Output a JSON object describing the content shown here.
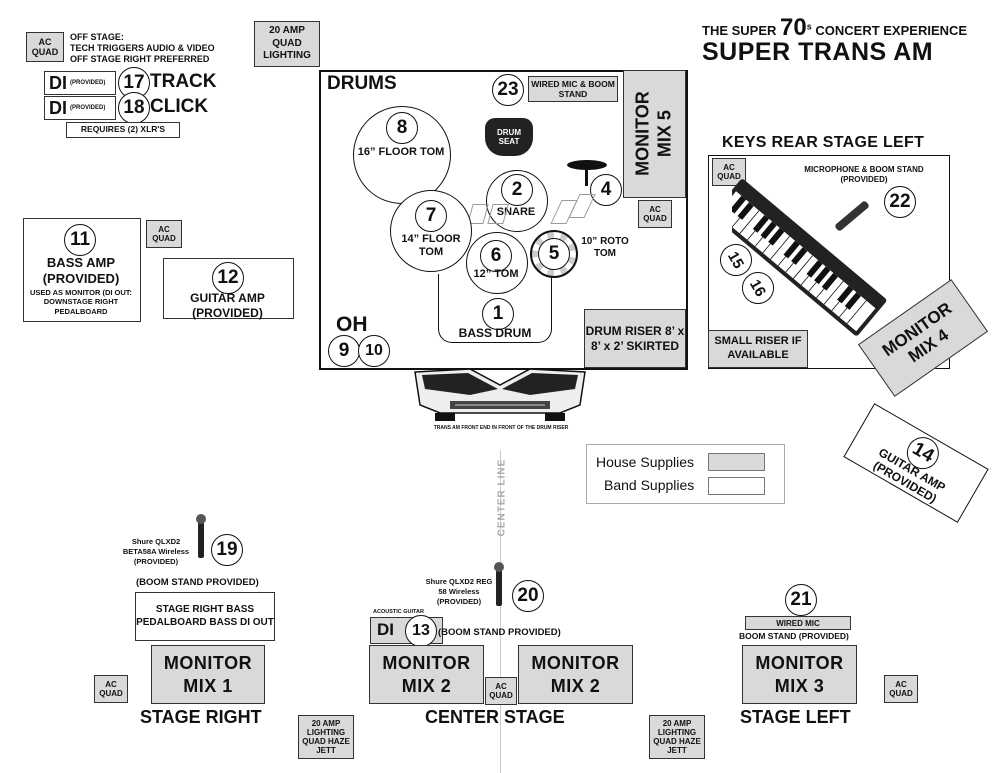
{
  "title": {
    "line1_pre": "THE SUPER",
    "line1_num": "70",
    "line1_sup": "s",
    "line1_post": "CONCERT EXPERIENCE",
    "line2": "SUPER TRANS AM"
  },
  "top_left": {
    "ac_quad": "AC QUAD",
    "off_stage": "OFF STAGE:",
    "tech_triggers": "TECH TRIGGERS AUDIO & VIDEO",
    "off_stage_right": "OFF STAGE RIGHT PREFERRED",
    "di_rows": [
      {
        "di": "DI",
        "provided": "(PROVIDED)",
        "num": "17",
        "label": "TRACK"
      },
      {
        "di": "DI",
        "provided": "(PROVIDED)",
        "num": "18",
        "label": "CLICK"
      }
    ],
    "requires": "REQUIRES (2) XLR'S"
  },
  "lighting_top": "20 AMP QUAD LIGHTING",
  "drums": {
    "title": "DRUMS",
    "wired_mic": {
      "num": "23",
      "label": "WIRED MIC & BOOM STAND"
    },
    "monitor5": "MONITOR MIX 5",
    "drum_seat": "DRUM SEAT",
    "pieces": [
      {
        "num": "8",
        "label": "16” FLOOR TOM"
      },
      {
        "num": "2",
        "label": "SNARE"
      },
      {
        "num": "4",
        "label": ""
      },
      {
        "num": "7",
        "label": "14” FLOOR TOM"
      },
      {
        "num": "6",
        "label": "12” TOM"
      },
      {
        "num": "5",
        "label": "10” ROTO TOM"
      },
      {
        "num": "1",
        "label": "BASS DRUM"
      }
    ],
    "ac_quad": "AC QUAD",
    "oh": "OH",
    "oh_nums": [
      "9",
      "10"
    ],
    "riser": "DRUM RISER 8’ x 8’ x 2’ SKIRTED"
  },
  "trans_am_caption": "TRANS AM FRONT END IN FRONT OF THE DRUM RISER",
  "bass": {
    "num": "11",
    "title": "BASS AMP (PROVIDED)",
    "note": "USED AS MONITOR (DI OUT: DOWNSTAGE RIGHT PEDALBOARD",
    "ac_quad": "AC QUAD"
  },
  "guitar12": {
    "num": "12",
    "title": "GUITAR AMP (PROVIDED)"
  },
  "keys": {
    "title": "KEYS REAR STAGE LEFT",
    "ac_quad": "AC QUAD",
    "mic_label": "MICROPHONE & BOOM STAND (PROVIDED)",
    "mic_num": "22",
    "nums": [
      "15",
      "16"
    ],
    "small_riser": "SMALL RISER IF AVAILABLE",
    "monitor4": "MONITOR MIX 4"
  },
  "guitar14": {
    "num": "14",
    "title": "GUITAR AMP (PROVIDED)"
  },
  "legend": {
    "house": "House Supplies",
    "band": "Band Supplies"
  },
  "center_line": "CENTER LINE",
  "stage_right": {
    "mic_label": "Shure QLXD2 BETA58A Wireless (PROVIDED)",
    "mic_num": "19",
    "boom": "(BOOM STAND PROVIDED)",
    "box": "STAGE RIGHT BASS PEDALBOARD BASS DI OUT",
    "monitor": "MONITOR MIX 1",
    "ac_quad": "AC QUAD",
    "label": "STAGE RIGHT"
  },
  "center": {
    "mic_label": "Shure QLXD2 REG 58 Wireless (PROVIDED)",
    "mic_num": "20",
    "acoustic": "ACOUSTIC GUITAR",
    "di": "DI",
    "di_num": "13",
    "boom": "(BOOM STAND PROVIDED)",
    "monitor_a": "MONITOR MIX 2",
    "monitor_b": "MONITOR MIX 2",
    "ac_quad": "AC QUAD",
    "label": "CENTER STAGE"
  },
  "stage_left": {
    "num": "21",
    "wired": "WIRED MIC",
    "boom": "BOOM STAND (PROVIDED)",
    "monitor": "MONITOR MIX 3",
    "ac_quad": "AC QUAD",
    "label": "STAGE LEFT"
  },
  "lighting_bottom": "20 AMP LIGHTING QUAD HAZE JETT"
}
